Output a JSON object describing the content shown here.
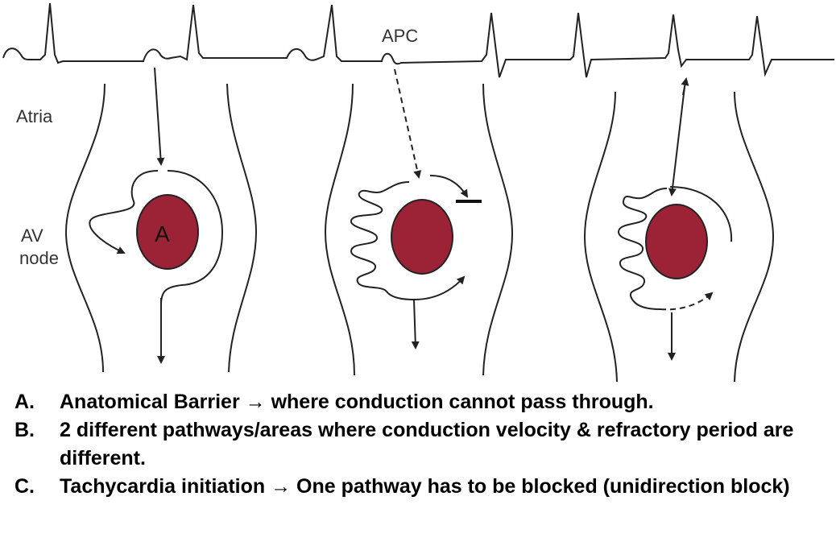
{
  "diagram": {
    "labels": {
      "atria": "Atria",
      "av_node_line1": "AV",
      "av_node_line2": "node",
      "apc": "APC",
      "barrier_letter": "A"
    },
    "colors": {
      "barrier_fill": "#9b2335",
      "line": "#222222",
      "label_text": "#333333"
    }
  },
  "notes": [
    {
      "letter": "A.",
      "text": "Anatomical Barrier → where conduction cannot pass through."
    },
    {
      "letter": "B.",
      "text": "2 different pathways/areas where conduction velocity & refractory period are different."
    },
    {
      "letter": "C.",
      "text": "Tachycardia initiation → One pathway has to be blocked (unidirection block)"
    }
  ]
}
